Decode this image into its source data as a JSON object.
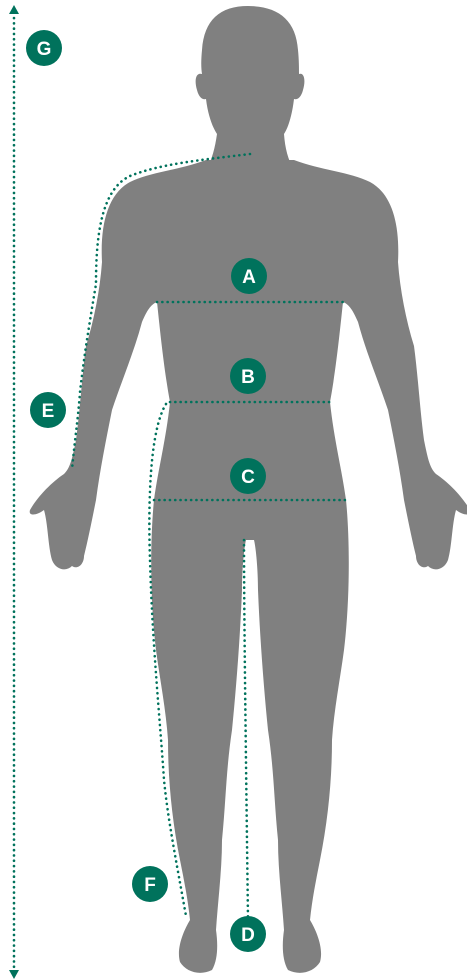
{
  "colors": {
    "silhouette": "#808080",
    "accent": "#00725c",
    "label_text": "#ffffff",
    "background": "#ffffff"
  },
  "markers": {
    "a": "A",
    "b": "B",
    "c": "C",
    "d": "D",
    "e": "E",
    "f": "F",
    "g": "G"
  }
}
